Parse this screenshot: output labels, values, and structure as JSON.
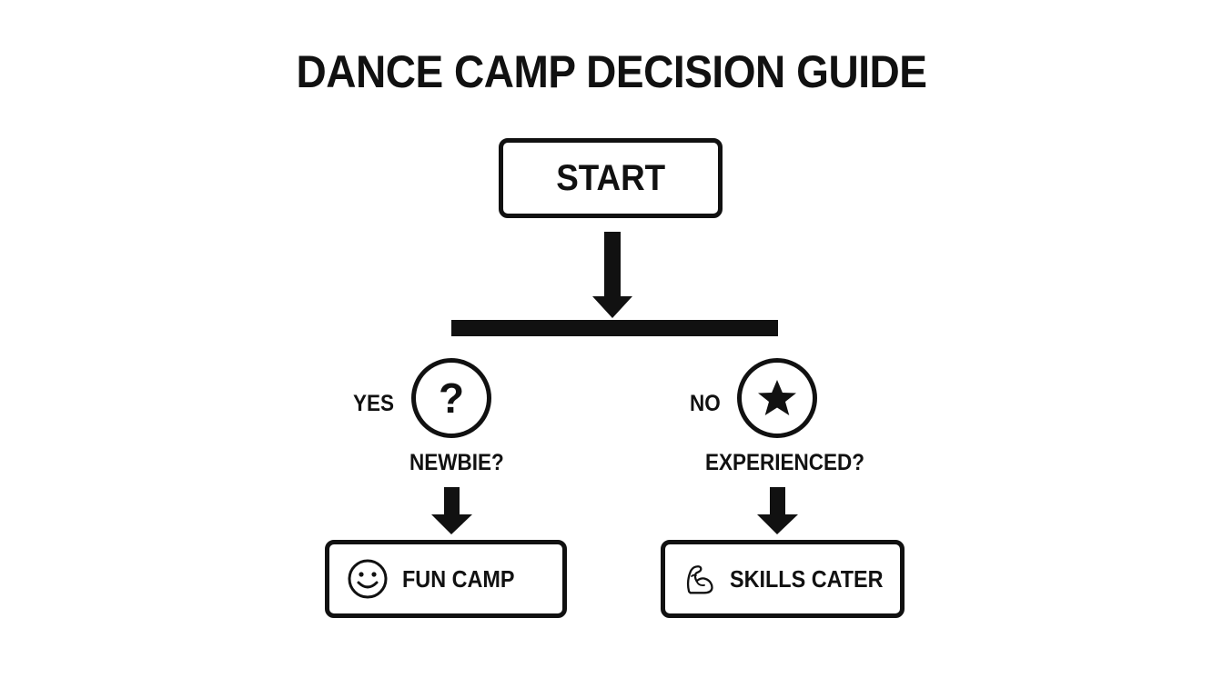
{
  "title": "DANCE CAMP DECISION GUIDE",
  "start": {
    "label": "START"
  },
  "branches": {
    "left": {
      "answer": "YES",
      "icon": "question-icon",
      "glyph": "?",
      "question": "NEWBIE?",
      "result_icon": "smiley-face-icon",
      "result": "FUN CAMP"
    },
    "right": {
      "answer": "NO",
      "icon": "star-icon",
      "question": "EXPERIENCED?",
      "result_icon": "flexed-bicep-icon",
      "result": "SKILLS CATER"
    }
  },
  "colors": {
    "ink": "#111111",
    "background": "#ffffff"
  }
}
